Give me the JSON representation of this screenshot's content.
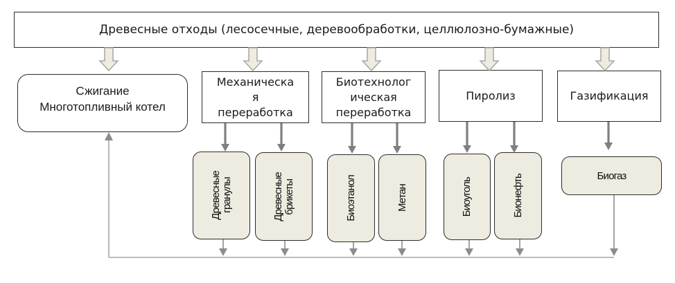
{
  "source": {
    "label": "Древесные отходы (лесосечные, деревообработки, целлюлозно-бумажные)"
  },
  "methods": [
    {
      "id": "burning",
      "lines": [
        "Сжигание",
        "Многотопливный котел"
      ]
    },
    {
      "id": "mechanical",
      "lines": [
        "Механическа",
        "я",
        "переработка"
      ]
    },
    {
      "id": "biotech",
      "lines": [
        "Биотехнолог",
        "ическая",
        "переработка"
      ]
    },
    {
      "id": "pyrolysis",
      "lines": [
        "Пиролиз"
      ]
    },
    {
      "id": "gasification",
      "lines": [
        "Газификация"
      ]
    }
  ],
  "products": [
    {
      "id": "wood-pellets",
      "parent": "mechanical",
      "label": "Древесные\nгранулы"
    },
    {
      "id": "wood-briquettes",
      "parent": "mechanical",
      "label": "Древесные\nбрикеты"
    },
    {
      "id": "bioethanol",
      "parent": "biotech",
      "label": "Биоэтанол"
    },
    {
      "id": "methane",
      "parent": "biotech",
      "label": "Метан"
    },
    {
      "id": "biochar",
      "parent": "pyrolysis",
      "label": "Биоуголь"
    },
    {
      "id": "bio-oil",
      "parent": "pyrolysis",
      "label": "Бионефть"
    },
    {
      "id": "biogas",
      "parent": "gasification",
      "label": "Биогаз"
    }
  ],
  "colors": {
    "product_fill": "#eeebe0",
    "hollow_arrow_fill": "#eeebe0",
    "connector": "#7f7f7f",
    "border": "#2b2b2b"
  }
}
